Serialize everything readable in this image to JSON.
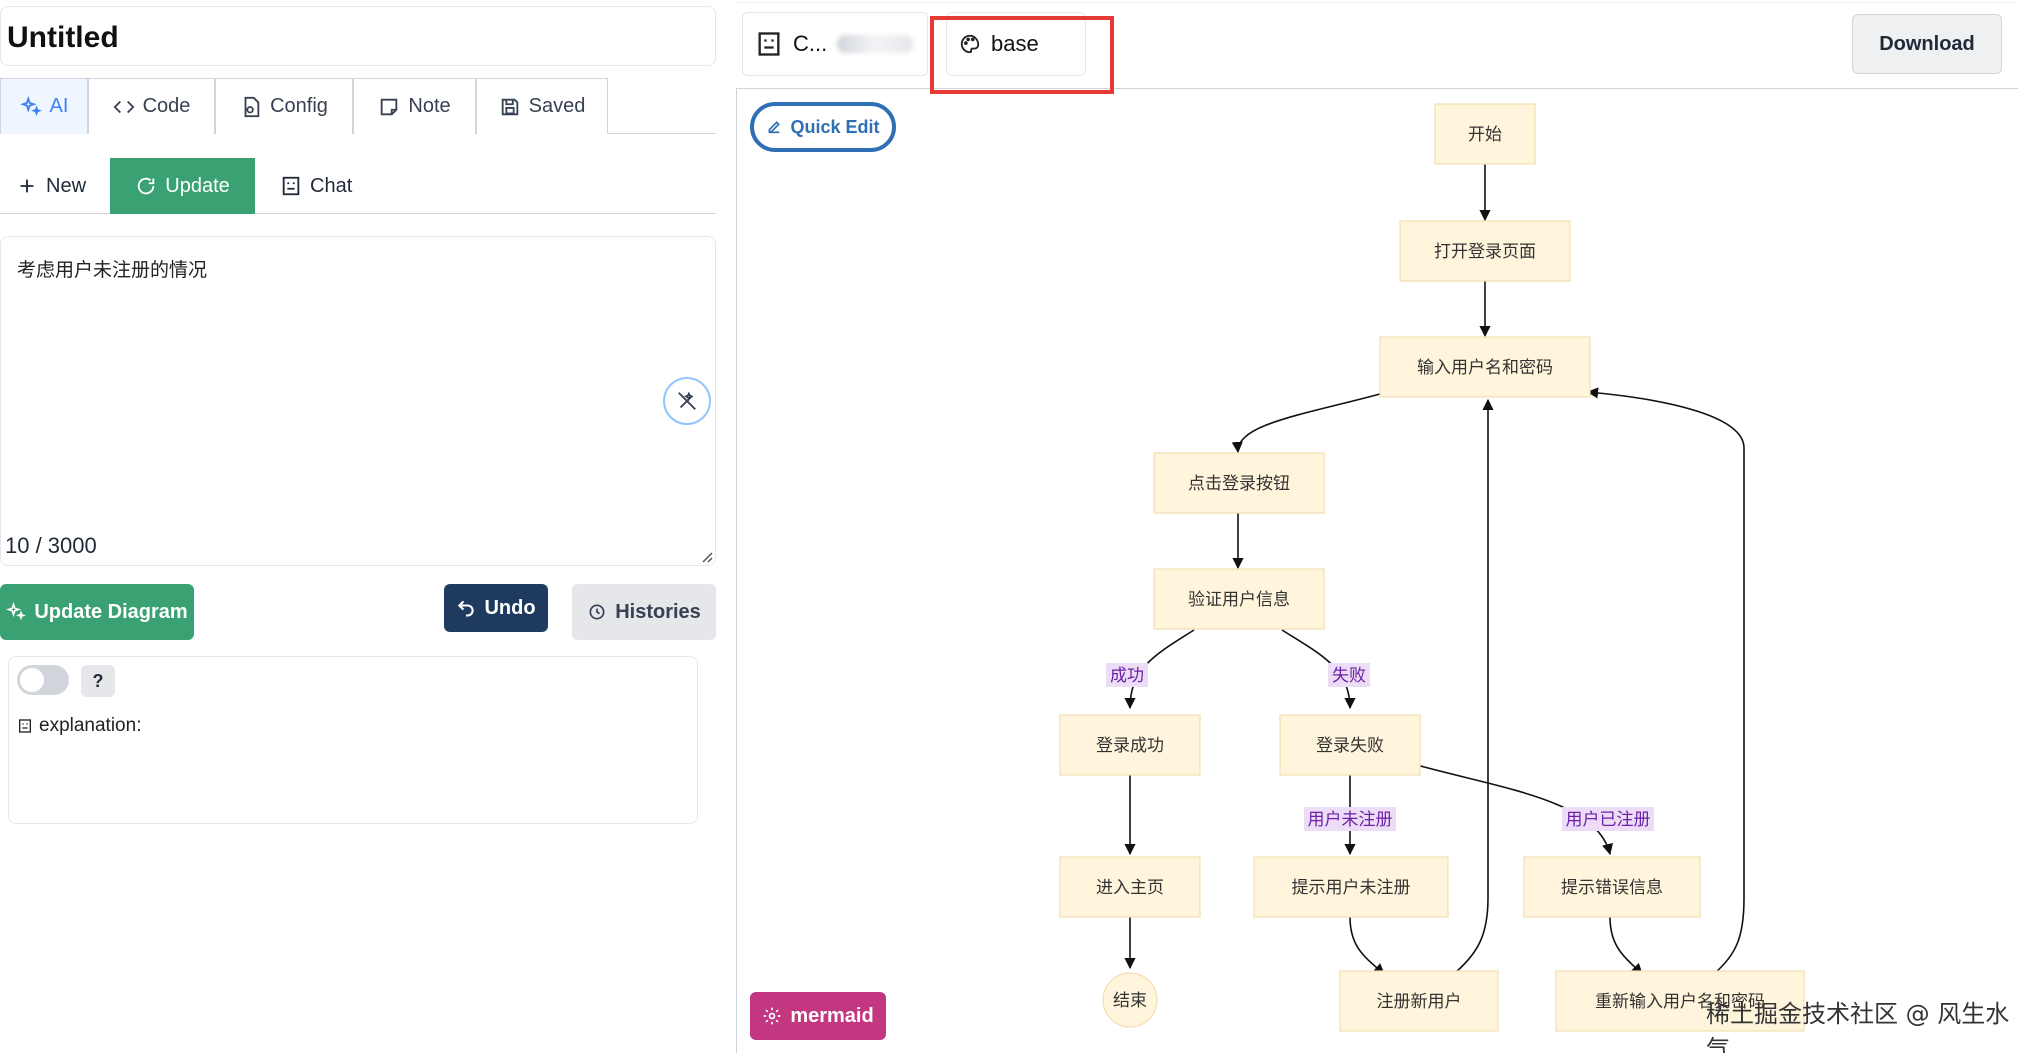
{
  "document": {
    "title": "Untitled"
  },
  "main_tabs": [
    {
      "label": "AI",
      "icon": "sparkles-icon",
      "active": true
    },
    {
      "label": "Code",
      "icon": "code-icon",
      "active": false
    },
    {
      "label": "Config",
      "icon": "config-icon",
      "active": false
    },
    {
      "label": "Note",
      "icon": "note-icon",
      "active": false
    },
    {
      "label": "Saved",
      "icon": "save-icon",
      "active": false
    }
  ],
  "sub_tabs": [
    {
      "label": "New",
      "icon": "plus-icon",
      "active": false
    },
    {
      "label": "Update",
      "icon": "refresh-icon",
      "active": true
    },
    {
      "label": "Chat",
      "icon": "bot-icon",
      "active": false
    }
  ],
  "prompt": {
    "value": "考虑用户未注册的情况",
    "count": "10 / 3000"
  },
  "actions": {
    "update_diagram": "Update Diagram",
    "undo": "Undo",
    "histories": "Histories"
  },
  "explanation": {
    "help": "?",
    "label": "explanation:"
  },
  "right_tabs": {
    "model_label": "C...",
    "theme_label": "base"
  },
  "toolbar": {
    "download": "Download",
    "quick_edit": "Quick Edit",
    "renderer_badge": "mermaid"
  },
  "flowchart": {
    "nodes": {
      "start": "开始",
      "open_login": "打开登录页面",
      "input_credentials": "输入用户名和密码",
      "click_login": "点击登录按钮",
      "verify": "验证用户信息",
      "login_success": "登录成功",
      "login_fail": "登录失败",
      "enter_home": "进入主页",
      "hint_unregistered": "提示用户未注册",
      "hint_error": "提示错误信息",
      "end": "结束",
      "register": "注册新用户",
      "reenter": "重新输入用户名和密码"
    },
    "edge_labels": {
      "success": "成功",
      "fail": "失败",
      "unregistered": "用户未注册",
      "registered": "用户已注册"
    }
  },
  "watermark": "稀土掘金技术社区 @ 风生水气",
  "colors": {
    "primary_green": "#3aa272",
    "undo_navy": "#1e3a5f",
    "quick_edit_blue": "#2f6fb5",
    "mermaid_pink": "#c2377f",
    "highlight_red": "#e53935",
    "node_fill": "#fff5dc",
    "edge_label_fill": "#ecdcf5"
  }
}
